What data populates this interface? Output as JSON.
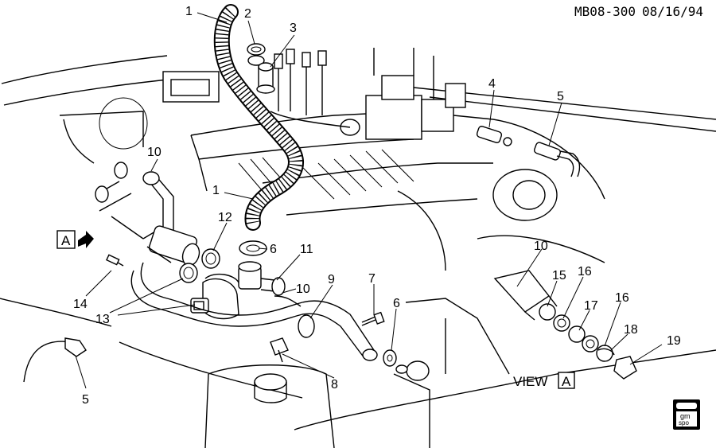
{
  "header": {
    "drawing_id": "MB08-300",
    "date": "08/16/94"
  },
  "view_label": {
    "text": "VIEW",
    "letter": "A"
  },
  "view_pointer_letter": "A",
  "logo": {
    "line1": "gm",
    "line2": "spo"
  },
  "callouts": {
    "c1a": "1",
    "c1b": "1",
    "c2": "2",
    "c3": "3",
    "c4": "4",
    "c5a": "5",
    "c5b": "5",
    "c6a": "6",
    "c6b": "6",
    "c7": "7",
    "c8": "8",
    "c9": "9",
    "c10a": "10",
    "c10b": "10",
    "c10c": "10",
    "c11": "11",
    "c12": "12",
    "c13": "13",
    "c14": "14",
    "c15": "15",
    "c16a": "16",
    "c16b": "16",
    "c17": "17",
    "c18": "18",
    "c19": "19"
  }
}
